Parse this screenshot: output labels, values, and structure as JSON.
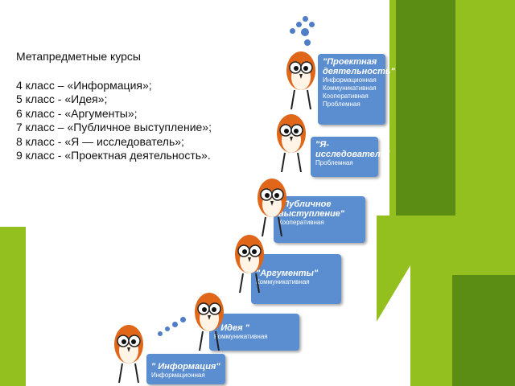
{
  "text": {
    "title": "Метапредметные курсы",
    "lines": [
      "4 класс – «Информация»;",
      "5 класс - «Идея»;",
      "6 класс - «Аргументы»;",
      "7 класс – «Публичное выступление»;",
      "8 класс - «Я — исследователь»;",
      "9 класс - «Проектная деятельность»."
    ]
  },
  "steps": [
    {
      "title": "\"Проектная деятельность\"",
      "subs": [
        "Информационная",
        "Коммуникативная",
        "Кооперативная",
        "Проблемная"
      ]
    },
    {
      "title": "\"Я-исследователь\"",
      "subs": [
        "Проблемная"
      ]
    },
    {
      "title": "\"Публичное выступление\"",
      "subs": [
        "Кооперативная"
      ]
    },
    {
      "title": "\"Аргументы\"",
      "subs": [
        "Коммуникативная"
      ]
    },
    {
      "title": "\" Идея \"",
      "subs": [
        "Коммуникативная"
      ]
    },
    {
      "title": "\" Информация\"",
      "subs": [
        "Информационная"
      ]
    }
  ],
  "colors": {
    "green": "#93c01f",
    "dark_green": "#5b8d14",
    "box_blue": "#5b8ed0",
    "dot_blue": "#4f7ec7",
    "owl_orange": "#e0661a"
  }
}
